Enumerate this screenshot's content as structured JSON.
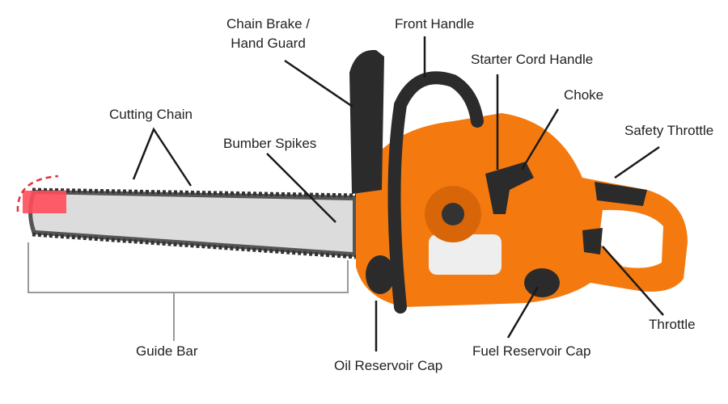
{
  "labels": {
    "chain_brake_line1": "Chain Brake /",
    "chain_brake_line2": "Hand Guard",
    "front_handle": "Front Handle",
    "starter_cord_handle": "Starter Cord Handle",
    "choke": "Choke",
    "safety_throttle": "Safety Throttle",
    "cutting_chain": "Cutting Chain",
    "bumber_spikes": "Bumber Spikes",
    "throttle": "Throttle",
    "guide_bar": "Guide Bar",
    "oil_reservoir_cap": "Oil Reservoir Cap",
    "fuel_reservoir_cap": "Fuel Reservoir Cap"
  },
  "colors": {
    "body": "#f47a10",
    "handle": "#2b2b2b",
    "bar": "#d9d9d9",
    "tip_highlight": "#ff4d5a",
    "leader": "#1a1a1a"
  }
}
